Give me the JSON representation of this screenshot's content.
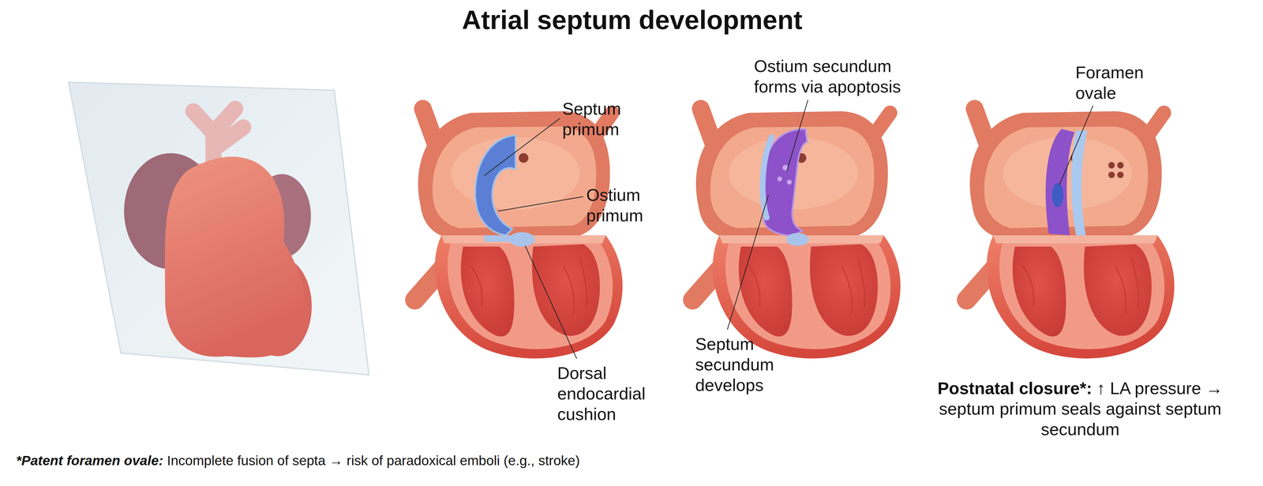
{
  "diagram": {
    "title": "Atrial septum development",
    "labels": [
      "Septum primum",
      "Ostium primum",
      "Dorsal endocardial cushion",
      "Ostium secundum forms via apoptosis",
      "Septum secundum develops",
      "Foramen ovale",
      "Postnatal closure*:",
      "↑ LA pressure → septum primum seals against septum secundum",
      "*Patent foramen ovale:",
      "Incomplete fusion of septa → risk of paradoxical emboli (e.g., stroke)"
    ]
  }
}
